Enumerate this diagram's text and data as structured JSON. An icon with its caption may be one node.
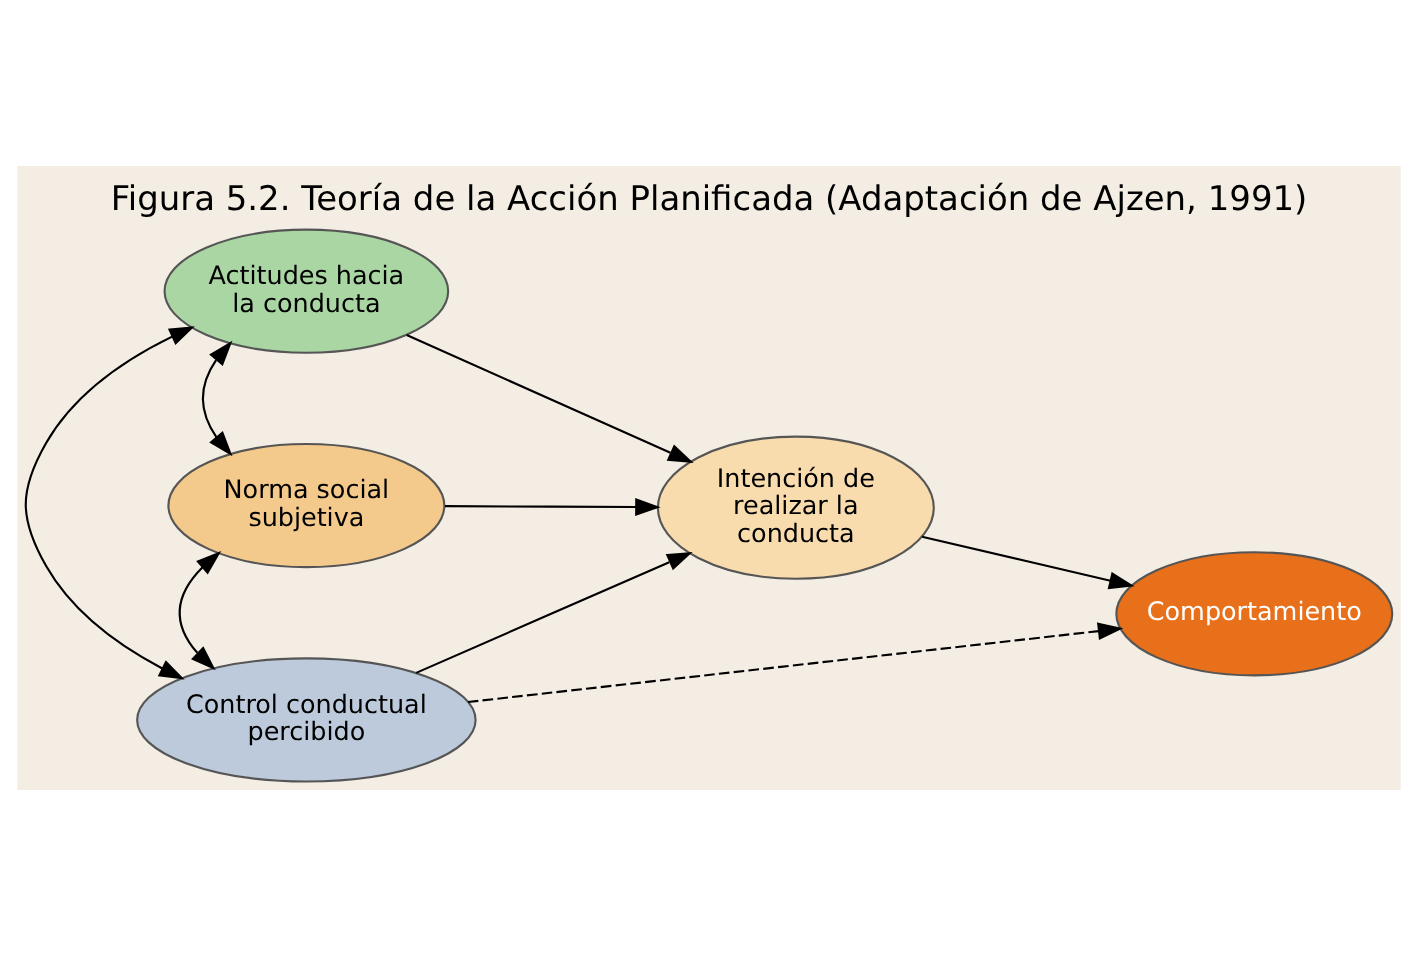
{
  "diagram": {
    "title": "Figura 5.2. Teoría de la Acción Planificada (Adaptación de Ajzen, 1991)",
    "nodes": [
      {
        "text": [
          "Actitudes hacia la conducta"
        ]
      },
      {
        "text": [
          "Norma social subjetiva"
        ]
      },
      {
        "text": [
          "Control conductual percibido"
        ]
      },
      {
        "text": [
          "Intención de realizar la conducta"
        ]
      },
      {
        "text": [
          "Comportamiento"
        ]
      }
    ],
    "edges": [
      {
        "from": 0,
        "to": 1,
        "arrow": "both"
      },
      {
        "from": 1,
        "to": 2,
        "arrow": "both"
      },
      {
        "from": 0,
        "to": 2,
        "arrow": "both"
      },
      {
        "from": 0,
        "to": 3,
        "arrow": "to"
      },
      {
        "from": 1,
        "to": 3,
        "arrow": "to"
      },
      {
        "from": 2,
        "to": 3,
        "arrow": "to"
      },
      {
        "from": 3,
        "to": 4,
        "arrow": "to"
      },
      {
        "from": 2,
        "to": 4,
        "arrow": "to",
        "style": "dashed"
      }
    ]
  }
}
